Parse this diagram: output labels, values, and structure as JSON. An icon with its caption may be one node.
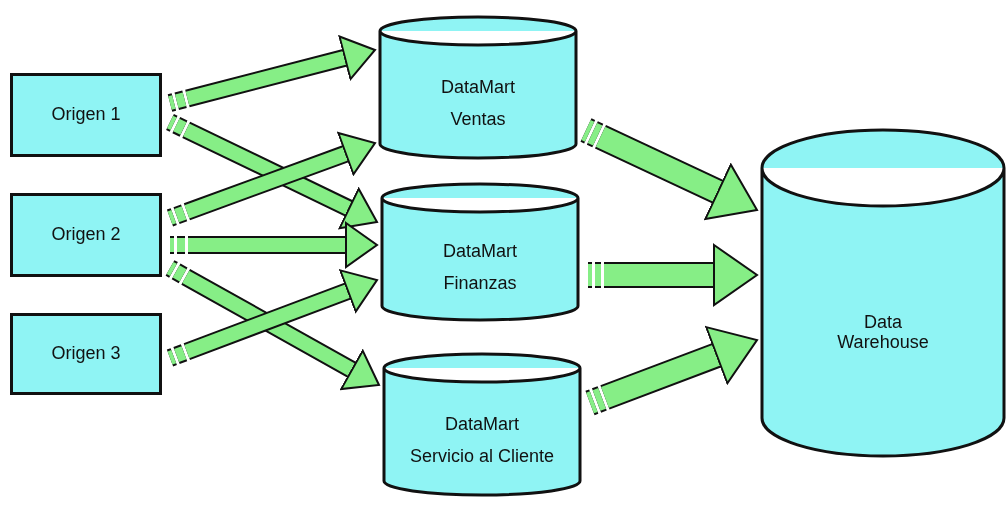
{
  "diagram": {
    "nodes": [
      {
        "text": [
          "Origen 1"
        ]
      },
      {
        "text": [
          "Origen 2"
        ]
      },
      {
        "text": [
          "Origen 3"
        ]
      },
      {
        "text": [
          "DataMart",
          "Ventas"
        ]
      },
      {
        "text": [
          "DataMart",
          "Finanzas"
        ]
      },
      {
        "text": [
          "DataMart",
          "Servicio al Cliente"
        ]
      },
      {
        "text": [
          "Data Warehouse"
        ]
      }
    ],
    "edges": [
      {
        "from": 0,
        "to": 3,
        "arrow": "to"
      },
      {
        "from": 0,
        "to": 4,
        "arrow": "to"
      },
      {
        "from": 1,
        "to": 3,
        "arrow": "to"
      },
      {
        "from": 1,
        "to": 4,
        "arrow": "to"
      },
      {
        "from": 1,
        "to": 5,
        "arrow": "to"
      },
      {
        "from": 2,
        "to": 4,
        "arrow": "to"
      },
      {
        "from": 3,
        "to": 6,
        "arrow": "to"
      },
      {
        "from": 4,
        "to": 6,
        "arrow": "to"
      },
      {
        "from": 5,
        "to": 6,
        "arrow": "to"
      }
    ]
  }
}
